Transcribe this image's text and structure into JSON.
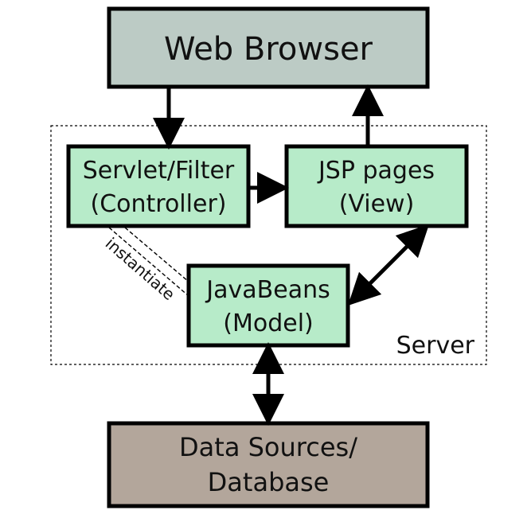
{
  "colors": {
    "browser_fill": "#bccbc5",
    "component_fill": "#b7ebc9",
    "datasource_fill": "#b3a69b",
    "stroke": "#000000",
    "background": "#ffffff"
  },
  "nodes": {
    "browser": {
      "label": "Web Browser"
    },
    "controller": {
      "line1": "Servlet/Filter",
      "line2": "(Controller)"
    },
    "view": {
      "line1": "JSP pages",
      "line2": "(View)"
    },
    "model": {
      "line1": "JavaBeans",
      "line2": "(Model)"
    },
    "datasource": {
      "line1": "Data Sources/",
      "line2": "Database"
    }
  },
  "server": {
    "label": "Server"
  },
  "edges": {
    "instantiate_label": "instantiate"
  }
}
